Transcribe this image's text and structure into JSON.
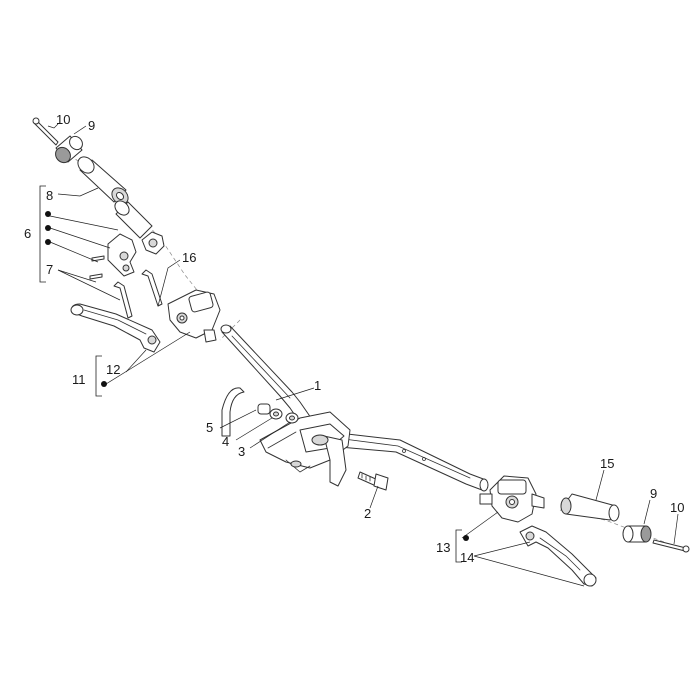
{
  "diagram": {
    "callouts": {
      "c1": "1",
      "c2": "2",
      "c3": "3",
      "c4": "4",
      "c5": "5",
      "c6": "6",
      "c7": "7",
      "c8": "8",
      "c9_left": "9",
      "c9_right": "9",
      "c10_left": "10",
      "c10_right": "10",
      "c11": "11",
      "c12": "12",
      "c13": "13",
      "c14": "14",
      "c15": "15",
      "c16": "16"
    }
  }
}
